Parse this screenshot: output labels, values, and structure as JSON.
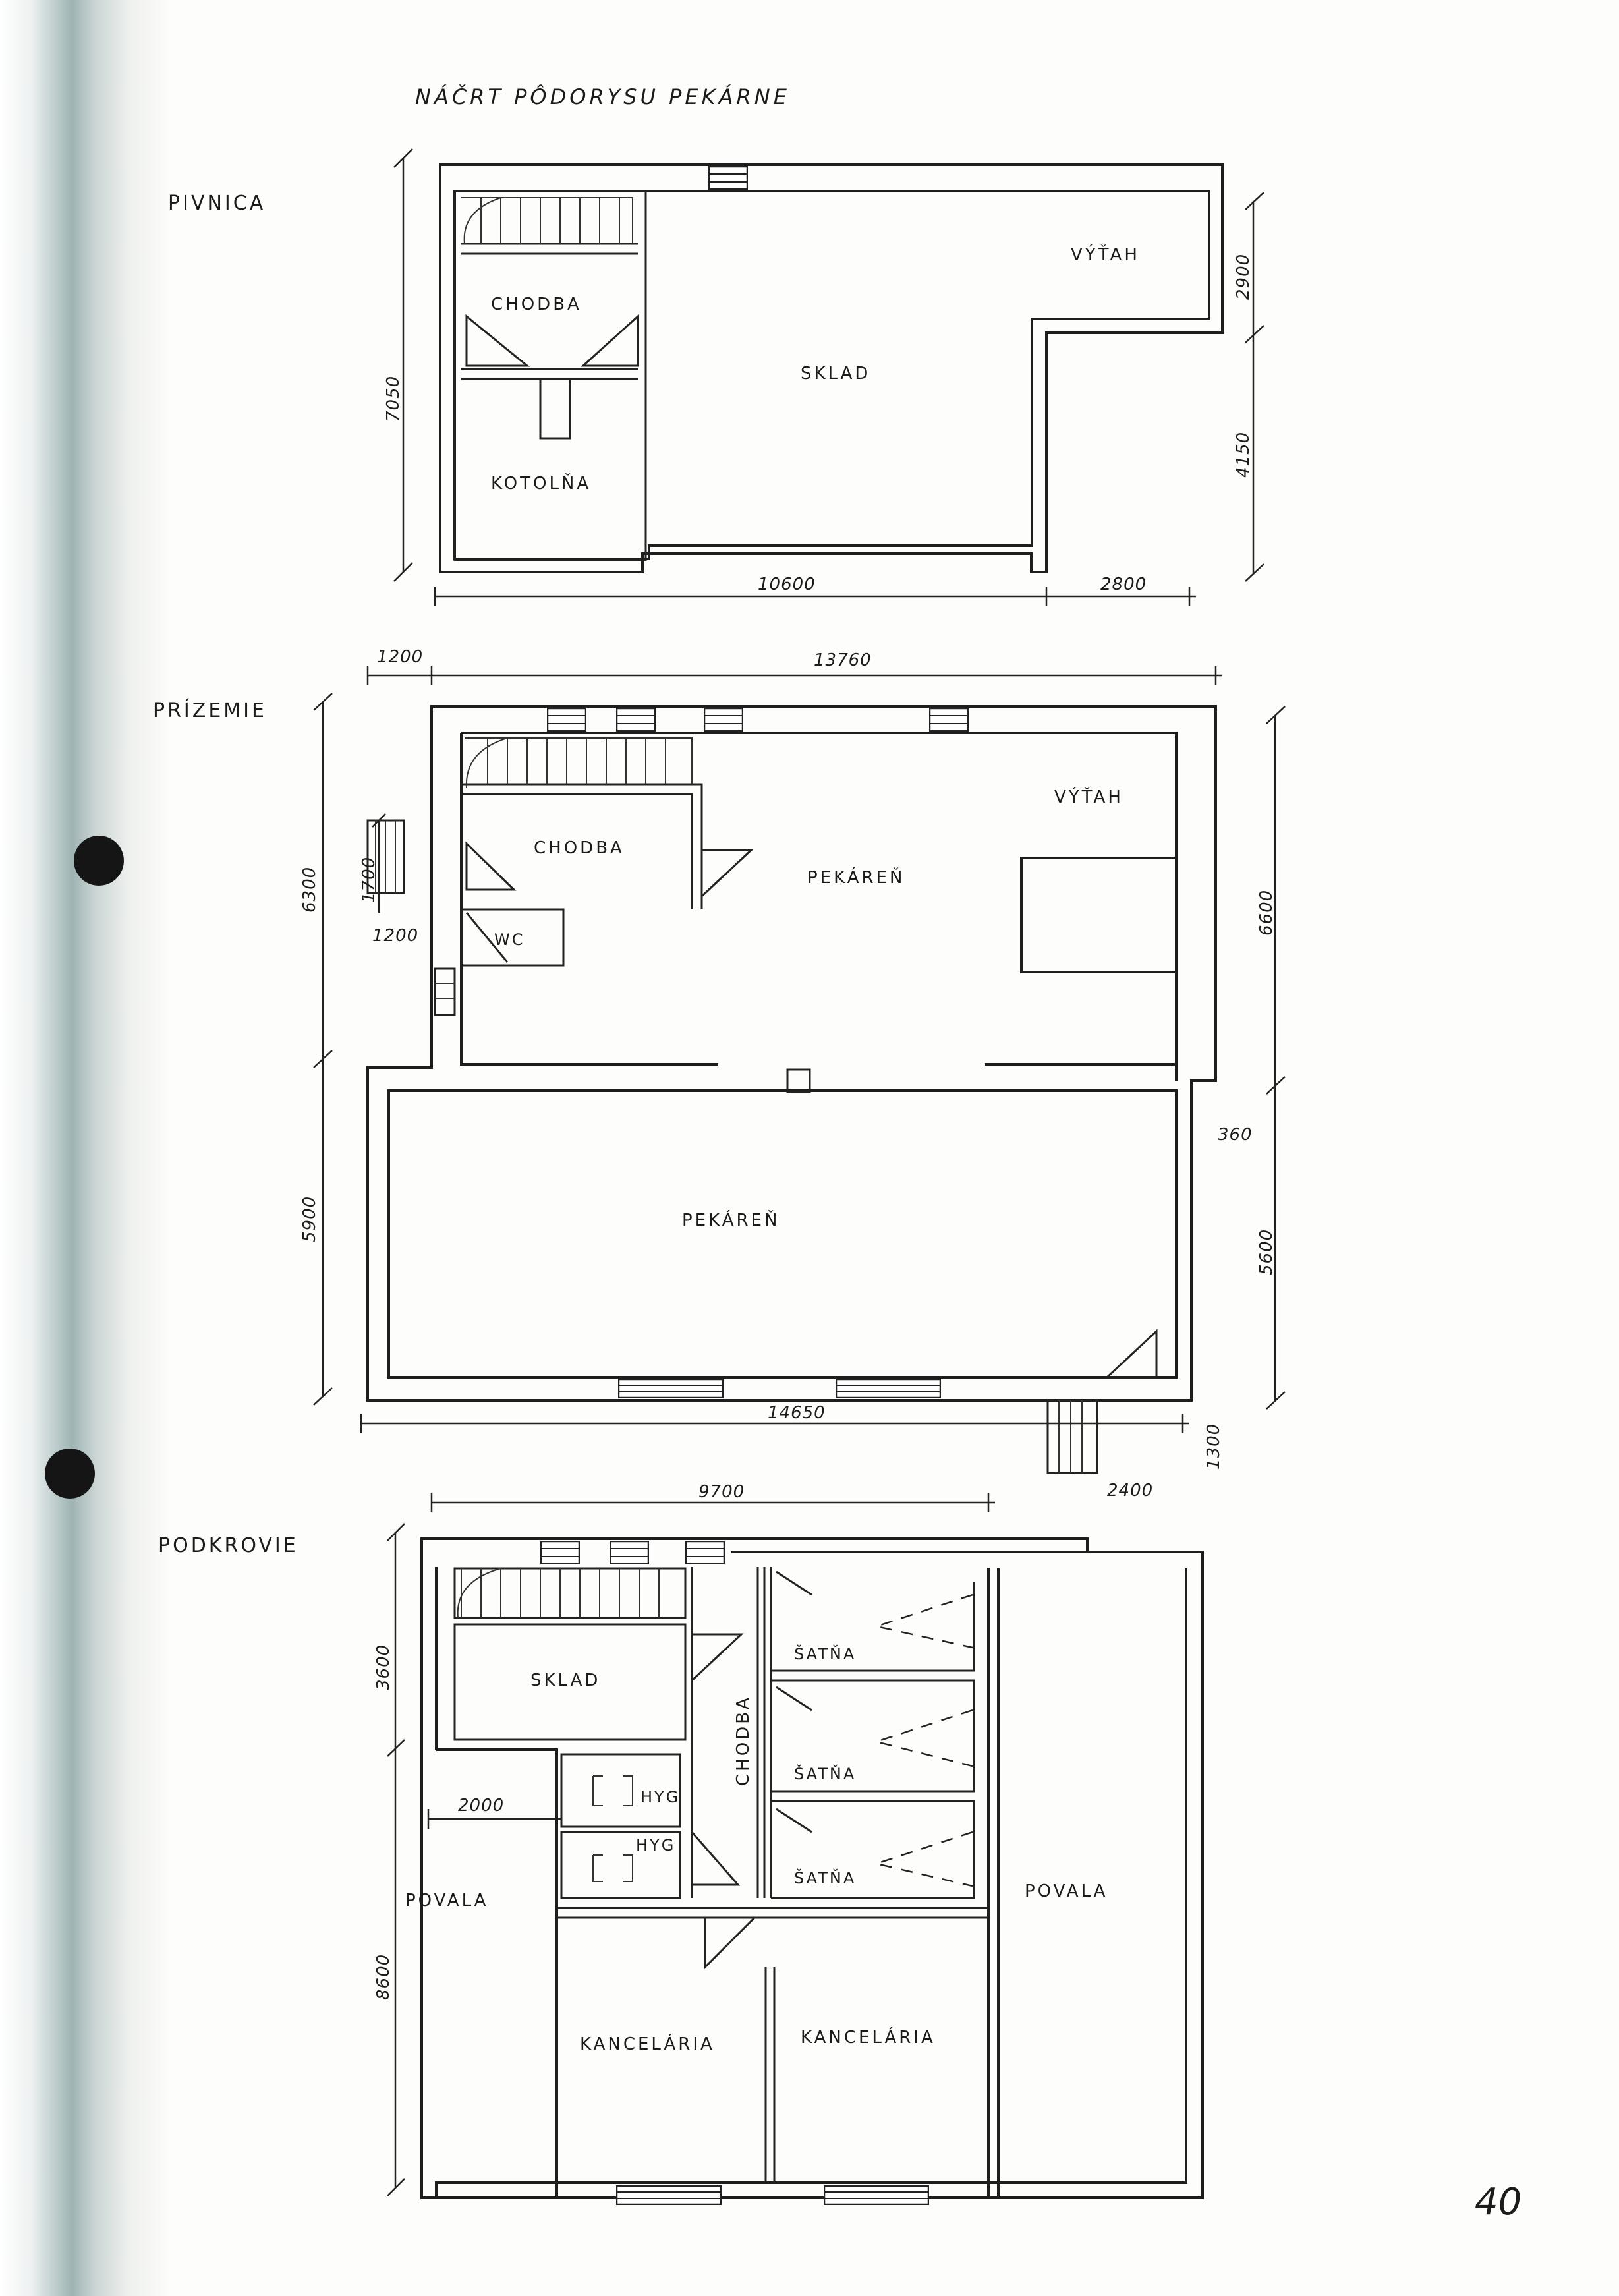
{
  "title": "NÁČRT PÔDORYSU PEKÁRNE",
  "page_number": "40",
  "basement": {
    "level_label": "PIVNICA",
    "rooms": {
      "stair_hall": "CHODBA",
      "boiler_room": "KOTOLŇA",
      "storage": "SKLAD",
      "lift": "VÝŤAH"
    },
    "dims": {
      "depth": "7050",
      "width": "10600",
      "offset": "2800",
      "right_upper": "2900",
      "right_lower": "4150"
    }
  },
  "ground": {
    "level_label": "PRÍZEMIE",
    "rooms": {
      "stair_hall": "CHODBA",
      "wc": "WC",
      "bakery_upper": "PEKÁREŇ",
      "lift": "VÝŤAH",
      "bakery_lower": "PEKÁREŇ"
    },
    "dims": {
      "left_offset": "1200",
      "width_upper": "13760",
      "depth_upper": "6300",
      "entry_depth": "1700",
      "entry_width": "1200",
      "depth_lower": "5900",
      "width_lower": "14650",
      "right_upper": "6600",
      "right_step": "360",
      "right_lower": "5600",
      "stair_len": "2400",
      "stair_depth": "1300"
    }
  },
  "attic": {
    "level_label": "PODKROVIE",
    "rooms": {
      "storage": "SKLAD",
      "corridor": "CHODBA",
      "wardrobe_1": "ŠATŇA",
      "wardrobe_2": "ŠATŇA",
      "wardrobe_3": "ŠATŇA",
      "hygiene_1": "HYG",
      "hygiene_2": "HYG",
      "loft_left": "POVALA",
      "loft_right": "POVALA",
      "office_left": "KANCELÁRIA",
      "office_right": "KANCELÁRIA"
    },
    "dims": {
      "width": "9700",
      "depth_upper": "3600",
      "offset": "2000",
      "depth_lower": "8600"
    }
  }
}
